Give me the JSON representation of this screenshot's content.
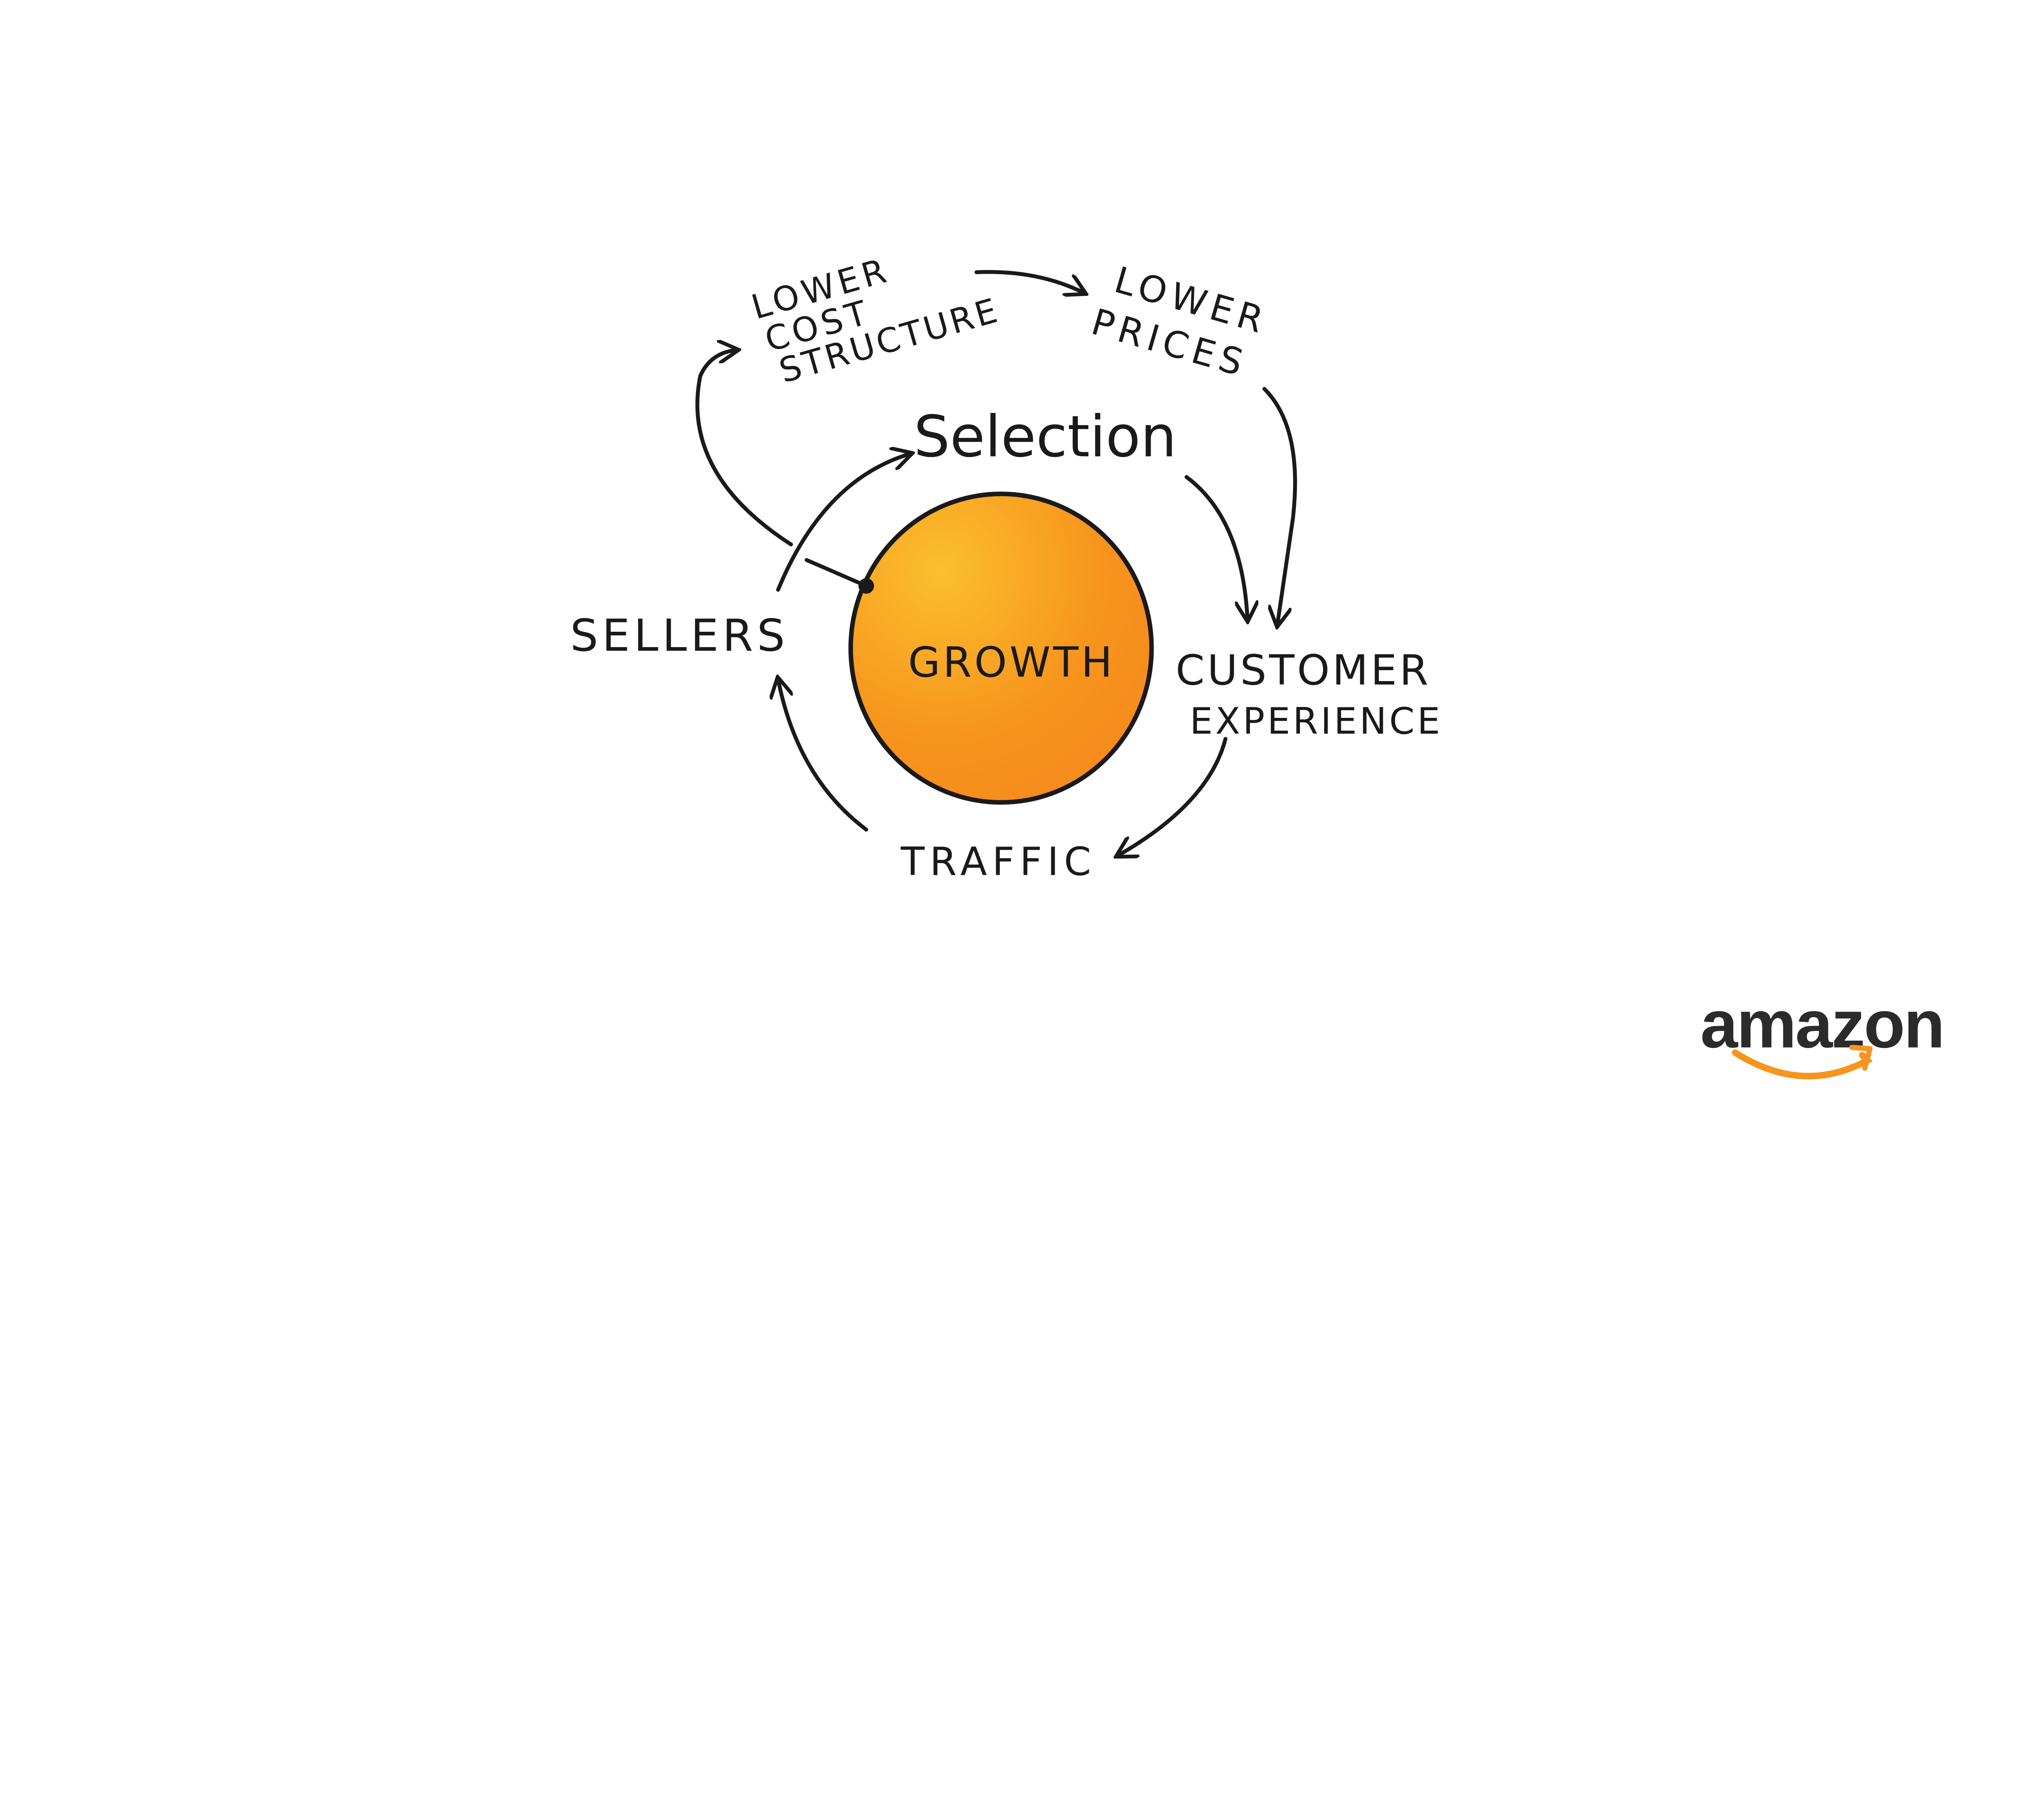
{
  "diagram": {
    "center": "GROWTH",
    "nodes": {
      "selection": "Selection",
      "customer_experience_line1": "CUSTOMER",
      "customer_experience_line2": "EXPERIENCE",
      "traffic": "TRAFFIC",
      "sellers": "SELLERS",
      "lower_cost_line1": "LOWER",
      "lower_cost_line2": "COST",
      "lower_cost_line3": "STRUCTURE",
      "lower_prices_line1": "LOWER",
      "lower_prices_line2": "PRICES"
    }
  },
  "logo": {
    "text": "amazon"
  },
  "colors": {
    "circle_light": "#fbbf2e",
    "circle_dark": "#f7941d",
    "ink": "#1a1a1a",
    "logo_text": "#2b2b2b",
    "logo_smile": "#f7941d"
  }
}
